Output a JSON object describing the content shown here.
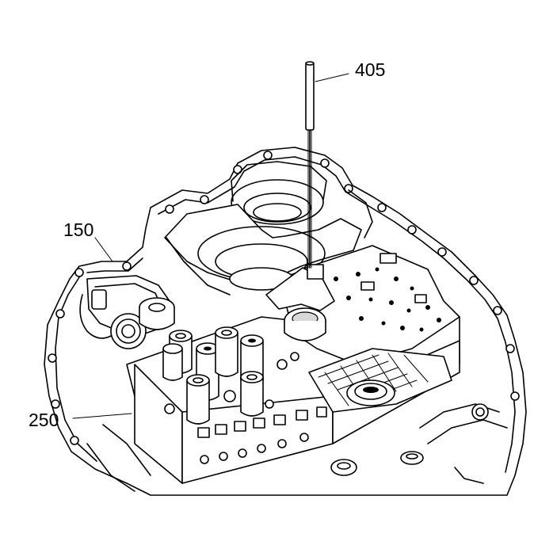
{
  "callouts": {
    "pin": "405",
    "case": "150",
    "valve_body": "250"
  }
}
